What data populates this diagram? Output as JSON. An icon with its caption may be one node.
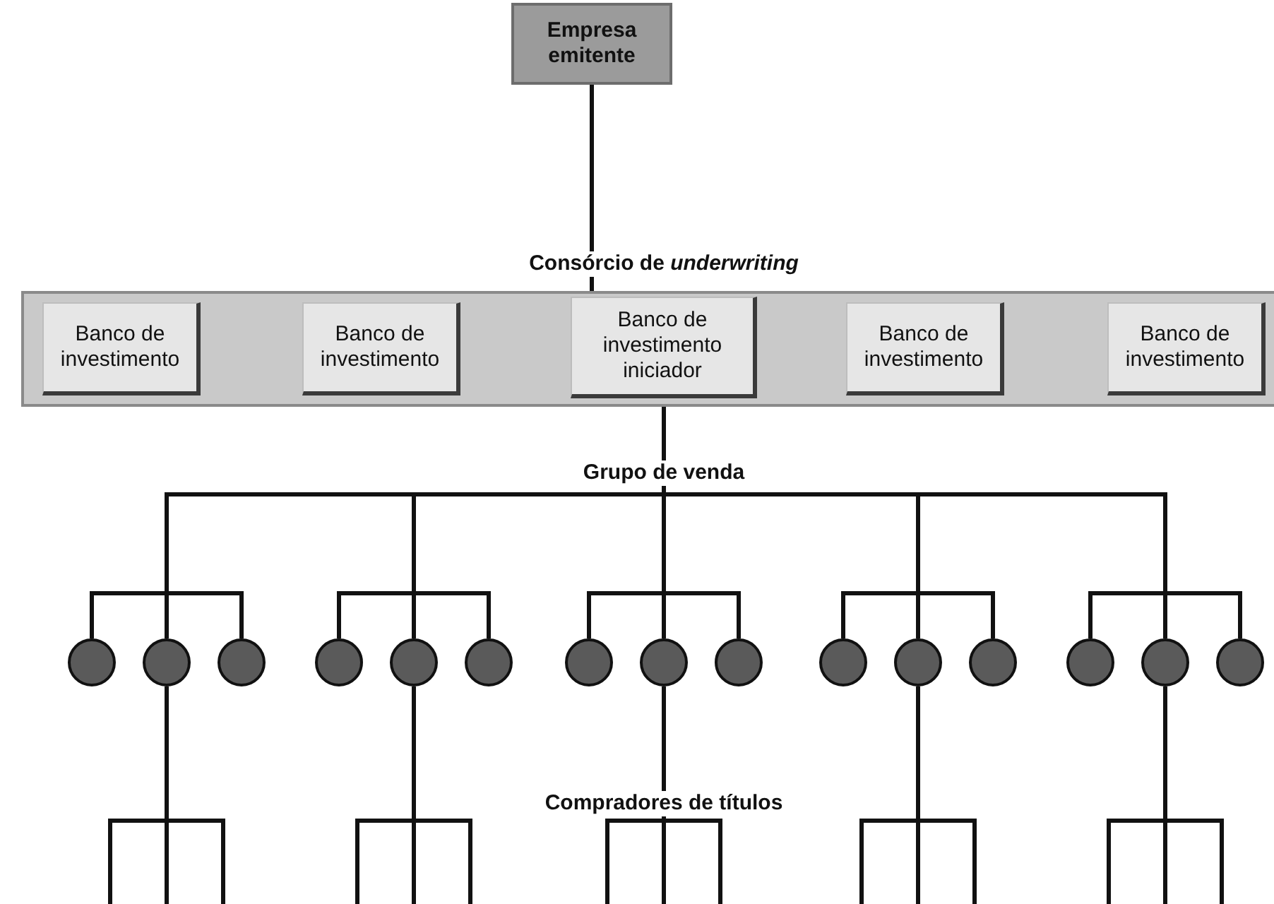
{
  "diagram": {
    "nodes": [
      {
        "text": [
          "Empresa emitente"
        ]
      },
      {
        "text": [],
        "shape": "box"
      },
      {
        "text": [
          "Banco de investimento"
        ],
        "in": 1
      },
      {
        "text": [
          "Banco de investimento"
        ],
        "in": 1
      },
      {
        "text": [
          "Banco de investimento iniciador"
        ],
        "in": 1
      },
      {
        "text": [
          "Banco de investimento"
        ],
        "in": 1
      },
      {
        "text": [
          "Banco de investimento"
        ],
        "in": 1
      },
      {
        "text": [],
        "shape": "circle"
      },
      {
        "text": [],
        "shape": "circle"
      },
      {
        "text": [],
        "shape": "circle"
      },
      {
        "text": [],
        "shape": "circle"
      },
      {
        "text": [],
        "shape": "circle"
      },
      {
        "text": [],
        "shape": "circle"
      },
      {
        "text": [],
        "shape": "circle"
      },
      {
        "text": [],
        "shape": "circle"
      },
      {
        "text": [],
        "shape": "circle"
      },
      {
        "text": [],
        "shape": "circle"
      },
      {
        "text": [],
        "shape": "circle"
      },
      {
        "text": [],
        "shape": "circle"
      },
      {
        "text": [],
        "shape": "circle"
      },
      {
        "text": [],
        "shape": "circle"
      },
      {
        "text": [],
        "shape": "circle"
      }
    ],
    "edges": [
      {
        "from": 0,
        "to": 1,
        "arrow": "none"
      },
      {
        "from": 4,
        "to": 7,
        "arrow": "none"
      },
      {
        "from": 4,
        "to": 8,
        "arrow": "none"
      },
      {
        "from": 4,
        "to": 9,
        "arrow": "none"
      },
      {
        "from": 4,
        "to": 10,
        "arrow": "none"
      },
      {
        "from": 4,
        "to": 11,
        "arrow": "none"
      },
      {
        "from": 4,
        "to": 12,
        "arrow": "none"
      },
      {
        "from": 4,
        "to": 13,
        "arrow": "none"
      },
      {
        "from": 4,
        "to": 14,
        "arrow": "none"
      },
      {
        "from": 4,
        "to": 15,
        "arrow": "none"
      },
      {
        "from": 4,
        "to": 16,
        "arrow": "none"
      },
      {
        "from": 4,
        "to": 17,
        "arrow": "none"
      },
      {
        "from": 4,
        "to": 18,
        "arrow": "none"
      },
      {
        "from": 4,
        "to": 19,
        "arrow": "none"
      },
      {
        "from": 4,
        "to": 20,
        "arrow": "none"
      },
      {
        "from": 4,
        "to": 21,
        "arrow": "none"
      },
      {
        "from": 8,
        "to": null,
        "arrow": "none"
      },
      {
        "from": 8,
        "to": null,
        "arrow": "none"
      },
      {
        "from": 8,
        "to": null,
        "arrow": "none"
      },
      {
        "from": 11,
        "to": null,
        "arrow": "none"
      },
      {
        "from": 11,
        "to": null,
        "arrow": "none"
      },
      {
        "from": 11,
        "to": null,
        "arrow": "none"
      },
      {
        "from": 14,
        "to": null,
        "arrow": "none"
      },
      {
        "from": 14,
        "to": null,
        "arrow": "none"
      },
      {
        "from": 14,
        "to": null,
        "arrow": "none"
      },
      {
        "from": 17,
        "to": null,
        "arrow": "none"
      },
      {
        "from": 17,
        "to": null,
        "arrow": "none"
      },
      {
        "from": 17,
        "to": null,
        "arrow": "none"
      },
      {
        "from": 20,
        "to": null,
        "arrow": "none"
      },
      {
        "from": 20,
        "to": null,
        "arrow": "none"
      },
      {
        "from": 20,
        "to": null,
        "arrow": "none"
      }
    ],
    "labels": [
      "Consórcio de *underwriting*",
      "Grupo de venda",
      "Compradores de títulos"
    ]
  }
}
